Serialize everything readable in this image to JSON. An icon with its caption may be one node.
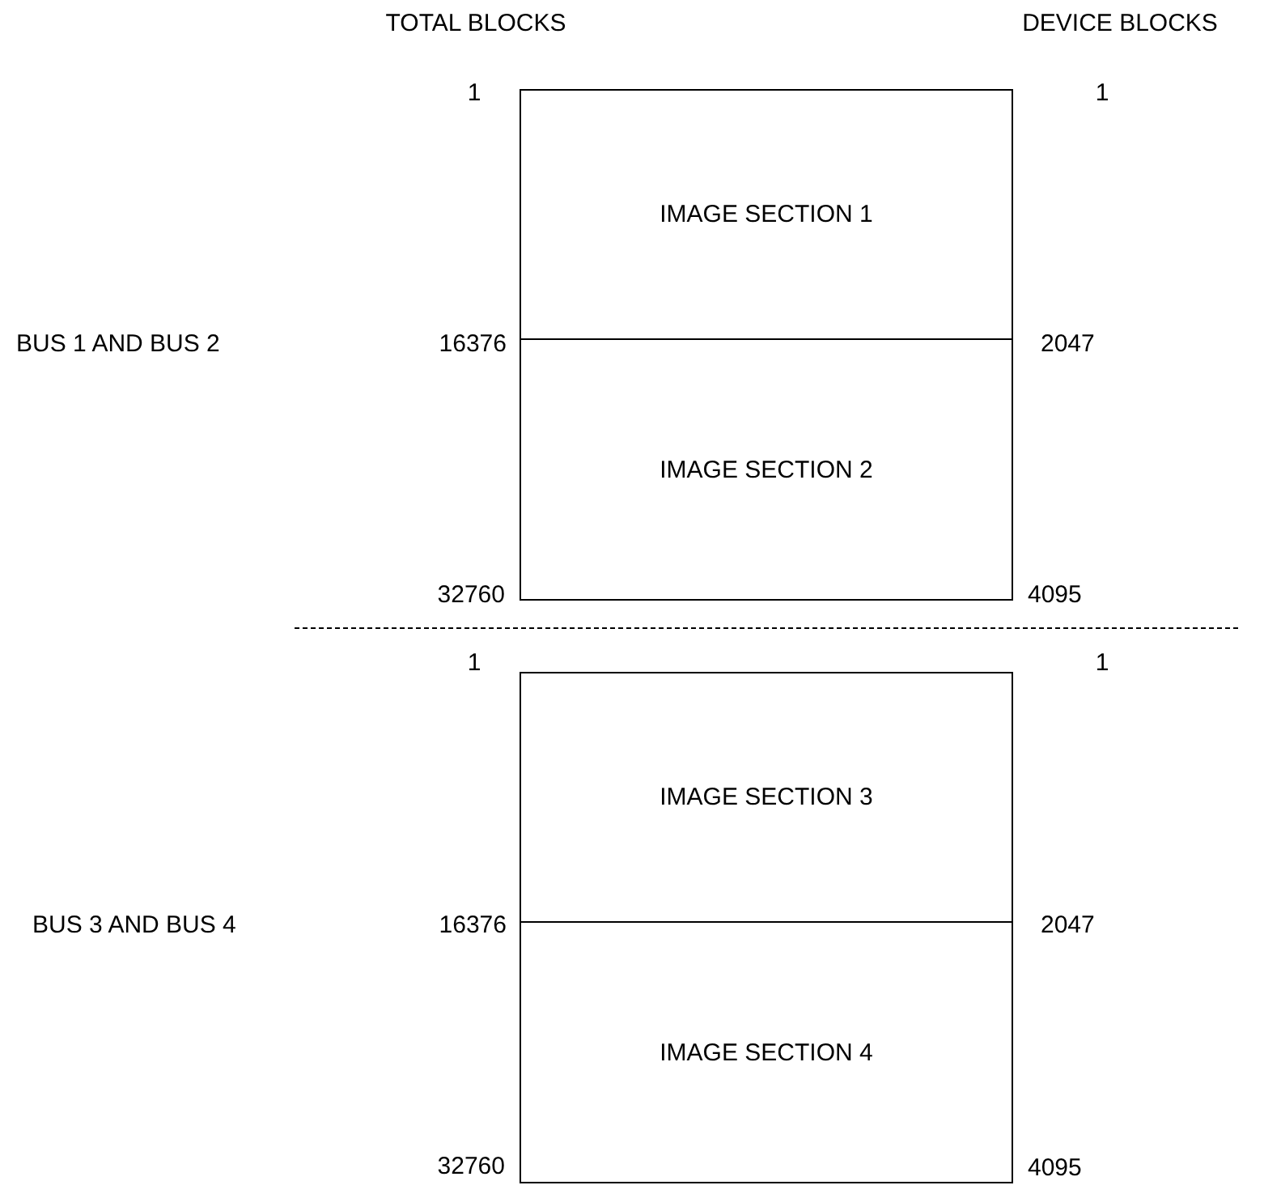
{
  "diagram": {
    "nodes": [
      {
        "text": [
          "IMAGE SECTION 1"
        ]
      },
      {
        "text": [
          "IMAGE SECTION 2"
        ]
      },
      {
        "text": [
          "IMAGE SECTION 3"
        ]
      },
      {
        "text": [
          "IMAGE SECTION 4"
        ]
      }
    ],
    "labels": [
      "TOTAL BLOCKS",
      "DEVICE BLOCKS",
      "1",
      "1",
      "BUS 1 AND BUS 2",
      "16376",
      "2047",
      "32760",
      "4095",
      "1",
      "1",
      "BUS 3 AND BUS 4",
      "16376",
      "2047",
      "32760",
      "4095"
    ]
  }
}
